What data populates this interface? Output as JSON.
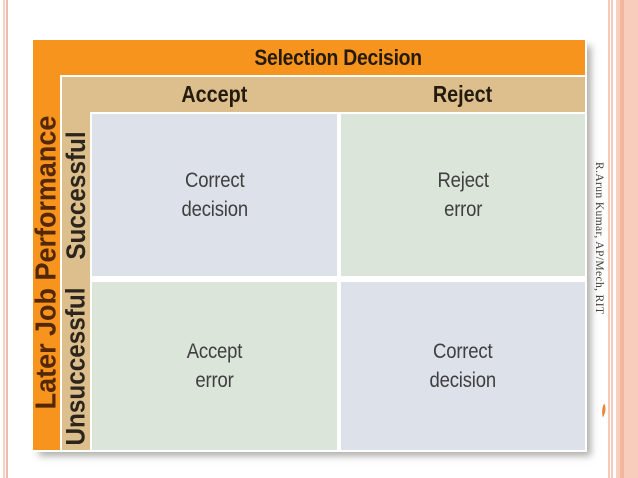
{
  "slide": {
    "title": "Selection Decision",
    "row_axis": "Later Job Performance",
    "col_headers": [
      "Accept",
      "Reject"
    ],
    "row_headers": [
      "Successful",
      "Unsuccessful"
    ],
    "quadrants": {
      "successful_accept": "Correct\ndecision",
      "successful_reject": "Reject\nerror",
      "unsuccessful_accept": "Accept\nerror",
      "unsuccessful_reject": "Correct\ndecision"
    },
    "watermark": "R.Arun Kumar, AP/Mech, RIT",
    "palette": {
      "header_orange": "#f7941d",
      "subheader_tan": "#ddbf8e",
      "cell_blue_gray": "#dde1ea",
      "cell_green": "#dbe5da",
      "frame_salmon": "#f9cdbb",
      "title_text": "#241b0e",
      "axis_text": "#542708",
      "cell_text": "#3f3f3f"
    }
  }
}
